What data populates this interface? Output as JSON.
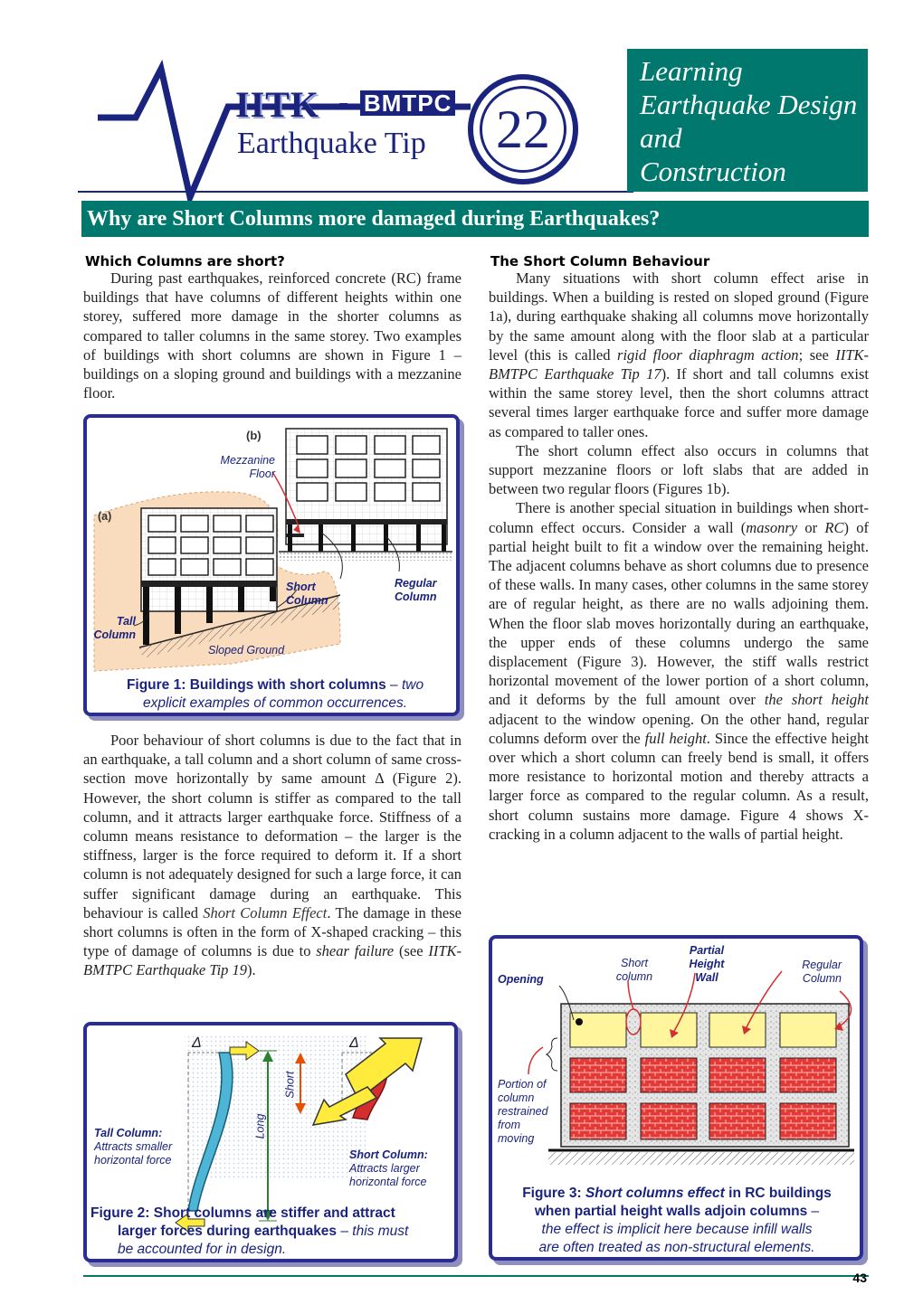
{
  "header": {
    "brand_left": "IITK",
    "brand_dash": "-",
    "brand_right": "BMTPC",
    "series": "Earthquake Tip",
    "tip_number": "22",
    "tagline": [
      "Learning",
      "Earthquake Design",
      "and",
      "Construction"
    ]
  },
  "title": "Why are Short Columns more damaged during Earthquakes?",
  "left": {
    "heading": "Which Columns are short?",
    "p1": "During past earthquakes, reinforced concrete (RC) frame buildings that have columns of different heights within one storey, suffered more damage in the shorter columns as compared to taller columns in the same storey. Two examples of buildings with short columns are shown in Figure 1 – buildings on a sloping ground and buildings with a mezzanine floor.",
    "p2a": "Poor behaviour of short columns is due to the fact that in an earthquake, a tall column and a short column of same cross-section move horizontally by same amount Δ (Figure 2). However, the short column is stiffer as compared to the tall column, and it attracts larger earthquake force. Stiffness of a column means resistance to deformation – the larger is the stiffness, larger is the force required to deform it. If a short column is not adequately designed for such a large force, it can suffer significant damage during an earthquake. This behaviour is called ",
    "p2b": "Short Column Effect",
    "p2c": ". The damage in these short columns is often in the form of X-shaped cracking – this type of damage of columns is due to ",
    "p2d": "shear failure",
    "p2e": " (see ",
    "p2f": "IITK-BMTPC Earthquake Tip 19",
    "p2g": ")."
  },
  "right": {
    "heading": "The Short Column Behaviour",
    "p1a": "Many situations with short column effect arise in buildings. When a building is rested on sloped ground (Figure 1a), during earthquake shaking all columns move horizontally by the same amount along with the floor slab at a particular level (this is called ",
    "p1b": "rigid floor diaphragm action",
    "p1c": "; see ",
    "p1d": "IITK-BMTPC Earthquake Tip 17",
    "p1e": "). If short and tall columns exist within the same storey level, then the short columns attract several times larger earthquake force and suffer more damage as compared to taller ones.",
    "p2": "The short column effect also occurs in columns that support mezzanine floors or loft slabs that are added in between two regular floors (Figures 1b).",
    "p3a": "There is another special situation in buildings when short-column effect occurs. Consider a wall (",
    "p3b": "masonry",
    "p3c": " or ",
    "p3d": "RC",
    "p3e": ") of partial height built to fit a window over the remaining height. The adjacent columns behave as short columns due to presence of these walls. In many cases, other columns in the same storey are of regular height, as there are no walls adjoining them. When the floor slab moves horizontally during an earthquake, the upper ends of these columns undergo the same displacement (Figure 3). However, the stiff walls restrict horizontal movement of the lower portion of a short column, and it deforms by the full amount over ",
    "p3f": "the short height",
    "p3g": " adjacent to the window opening. On the other hand, regular columns deform over the ",
    "p3h": "full height",
    "p3i": ". Since the effective height over which a short column can freely bend is small, it offers more resistance to horizontal motion and thereby attracts a larger force as compared to the regular column. As a result, short column sustains more damage. Figure 4 shows X-cracking in a column adjacent to the walls of partial height."
  },
  "fig1": {
    "label_b": "(b)",
    "label_a": "(a)",
    "mezzanine": [
      "Mezzanine",
      "Floor"
    ],
    "short_column": [
      "Short",
      "Column"
    ],
    "regular_column": [
      "Regular",
      "Column"
    ],
    "tall_column": [
      "Tall",
      "Column"
    ],
    "sloped_ground": "Sloped Ground",
    "caption_bold": "Figure 1: Buildings with short columns",
    "caption_dash": " – ",
    "caption_italic1": "two",
    "caption_italic2": "explicit examples of common occurrences."
  },
  "fig2": {
    "delta": "Δ",
    "short": "Short",
    "long": "Long",
    "tall_title": "Tall Column:",
    "tall_desc": [
      "Attracts smaller",
      "horizontal force"
    ],
    "short_title": "Short Column:",
    "short_desc": [
      "Attracts larger",
      "horizontal force"
    ],
    "caption_bold1": "Figure 2: Short columns are stiffer and attract",
    "caption_bold2": "larger forces during earthquakes",
    "caption_dash": " – ",
    "caption_italic1": "this must",
    "caption_italic2": "be accounted for in design."
  },
  "fig3": {
    "partial": [
      "Partial",
      "Height",
      "Wall"
    ],
    "short_column": [
      "Short",
      "column"
    ],
    "regular_column": [
      "Regular",
      "Column"
    ],
    "opening": "Opening",
    "portion": [
      "Portion of",
      "column",
      "restrained",
      "from",
      "moving"
    ],
    "caption_line1_bold": "Figure 3: ",
    "caption_line1_bi": "Short columns effect",
    "caption_line1_rest": " in RC buildings",
    "caption_line2_bold": "when partial height walls adjoin columns",
    "caption_line2_dash": " –",
    "caption_line3": "the effect is implicit here because infill walls",
    "caption_line4": "are often treated as non-structural elements."
  },
  "page_number": "43"
}
